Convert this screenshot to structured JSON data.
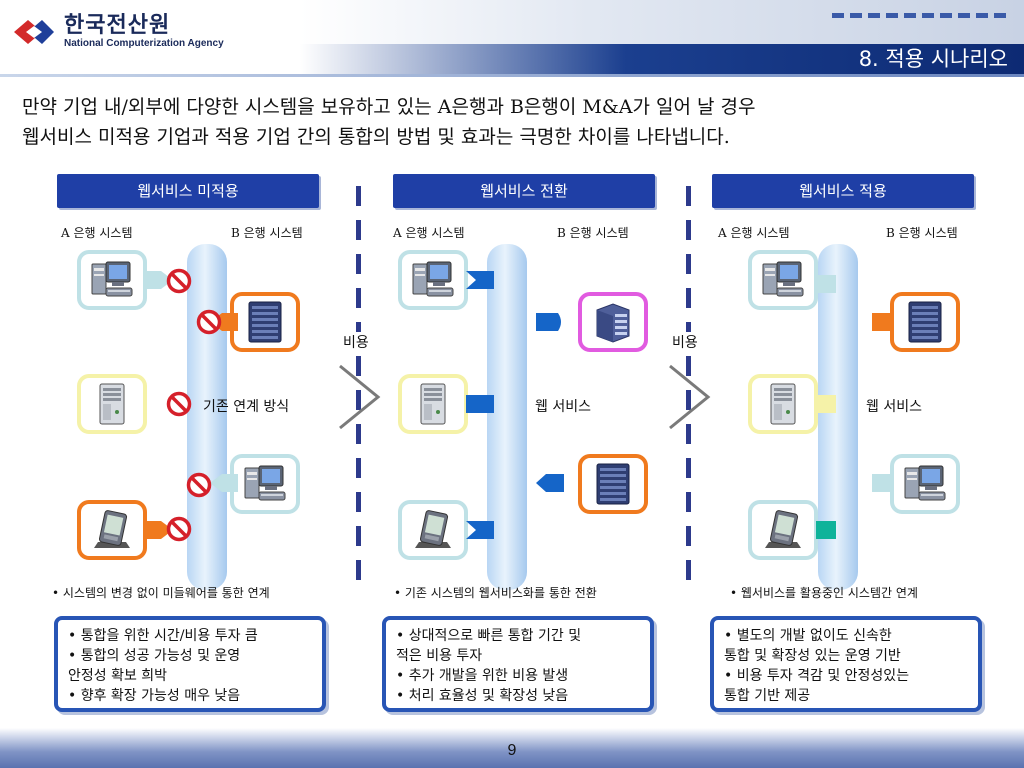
{
  "header": {
    "logo_ko": "한국전산원",
    "logo_en": "National Computerization Agency",
    "title": "8. 적용 시나리오"
  },
  "intro": {
    "line1": "만약 기업 내/외부에 다양한 시스템을 보유하고 있는 A은행과 B은행이 M&A가 일어 날 경우",
    "line2": "웹서비스 미적용 기업과 적용 기업 간의 통합의 방법 및 효과는 극명한 차이를 나타냅니다."
  },
  "columns": [
    {
      "title": "웹서비스 미적용",
      "sys_a": "A 은행 시스템",
      "sys_b": "B 은행 시스템",
      "center_label": "기존 연계 방식",
      "caption": "• 시스템의 변경 없이 미들웨어를 통한 연계",
      "box": "• 통합을 위한 시간/비용 투자 큼\n• 통합의 성공 가능성 및 운영\n   안정성 확보 희박\n• 향후 확장 가능성 매우 낮음"
    },
    {
      "title": "웹서비스 전환",
      "sys_a": "A 은행 시스템",
      "sys_b": "B 은행 시스템",
      "center_label": "웹 서비스",
      "caption": "• 기존 시스템의 웹서비스화를 통한 전환",
      "box": "• 상대적으로 빠른 통합 기간 및\n   적은 비용 투자\n• 추가 개발을 위한 비용 발생\n• 처리 효율성 및 확장성 낮음"
    },
    {
      "title": "웹서비스 적용",
      "sys_a": "A 은행 시스템",
      "sys_b": "B 은행 시스템",
      "center_label": "웹 서비스",
      "caption": "• 웹서비스를 활용중인 시스템간 연계",
      "box": "• 별도의 개발 없이도 신속한\n   통합 및 확장성 있는 운영 기반\n• 비용 투자 격감 및 안정성있는\n   통합 기반 제공"
    }
  ],
  "comparison": {
    "cost_label_1": "비용",
    "cost_label_2": "비용"
  },
  "icons": {
    "prohibit": "no-entry-icon",
    "workstation": "workstation-icon",
    "server": "server-icon",
    "tower": "tower-server-icon",
    "pda": "pda-icon"
  },
  "colors": {
    "title_bar": "#1f3fa6",
    "box_border": "#2855b5",
    "divider": "#2d3a8c",
    "connector_blue": "#1565c8",
    "connector_orange": "#f07a1e",
    "prohibit_red": "#d5202a"
  },
  "footer": {
    "page_number": "9"
  }
}
